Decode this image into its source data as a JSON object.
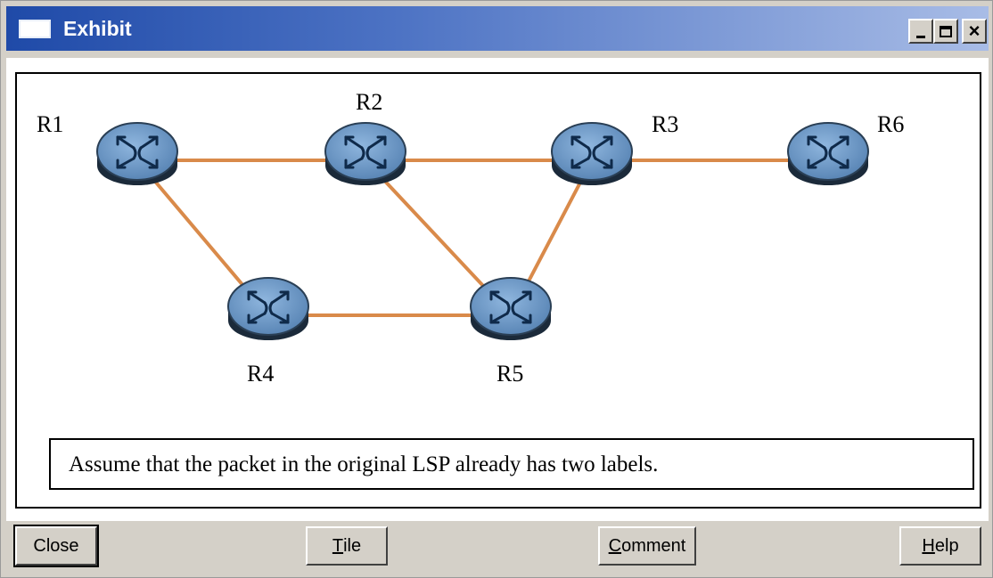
{
  "window": {
    "title": "Exhibit",
    "icon": "window-icon",
    "controls": {
      "minimize_icon": "minimize-icon",
      "maximize_icon": "maximize-icon",
      "close_glyph": "×"
    }
  },
  "diagram": {
    "routers": [
      {
        "id": "R1",
        "label": "R1"
      },
      {
        "id": "R2",
        "label": "R2"
      },
      {
        "id": "R3",
        "label": "R3"
      },
      {
        "id": "R6",
        "label": "R6"
      },
      {
        "id": "R4",
        "label": "R4"
      },
      {
        "id": "R5",
        "label": "R5"
      }
    ],
    "links": [
      [
        "R1",
        "R2"
      ],
      [
        "R2",
        "R3"
      ],
      [
        "R3",
        "R6"
      ],
      [
        "R1",
        "R4"
      ],
      [
        "R4",
        "R5"
      ],
      [
        "R2",
        "R5"
      ],
      [
        "R3",
        "R5"
      ]
    ],
    "link_color": "#d98a4a",
    "router_color": "#6a96c4",
    "note": "Assume that the packet in the original LSP already has two labels."
  },
  "buttons": {
    "close": "Close",
    "tile_mnemonic": "T",
    "tile_rest": "ile",
    "comment_mnemonic": "C",
    "comment_rest": "omment",
    "help_mnemonic": "H",
    "help_rest": "elp"
  }
}
